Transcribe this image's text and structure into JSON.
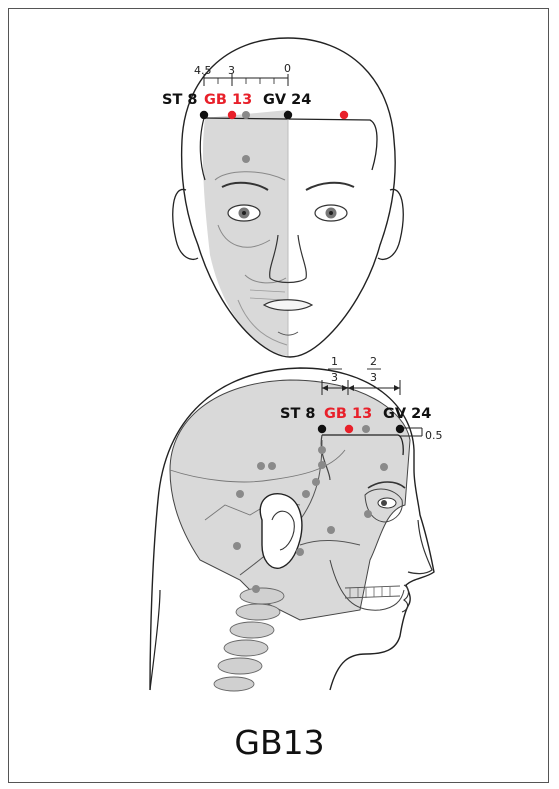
{
  "title": "GB13",
  "front_view": {
    "scale_labels": [
      "4.5",
      "3",
      "0"
    ],
    "point_labels": [
      {
        "text": "ST 8",
        "color": "#111111"
      },
      {
        "text": "GB 13",
        "color": "#e8202a"
      },
      {
        "text": "GV 24",
        "color": "#111111"
      }
    ]
  },
  "side_view": {
    "fraction_one": {
      "numerator": "1",
      "denominator": "3"
    },
    "fraction_two": {
      "numerator": "2",
      "denominator": "3"
    },
    "point_labels": [
      {
        "text": "ST 8",
        "color": "#111111"
      },
      {
        "text": "GB 13",
        "color": "#e8202a"
      },
      {
        "text": "GV 24",
        "color": "#111111"
      }
    ],
    "offset_label": "0.5"
  },
  "colors": {
    "highlight": "#e8202a",
    "point": "#111111",
    "other_point": "#8a8a8a",
    "skull": "#d9d9d9"
  }
}
